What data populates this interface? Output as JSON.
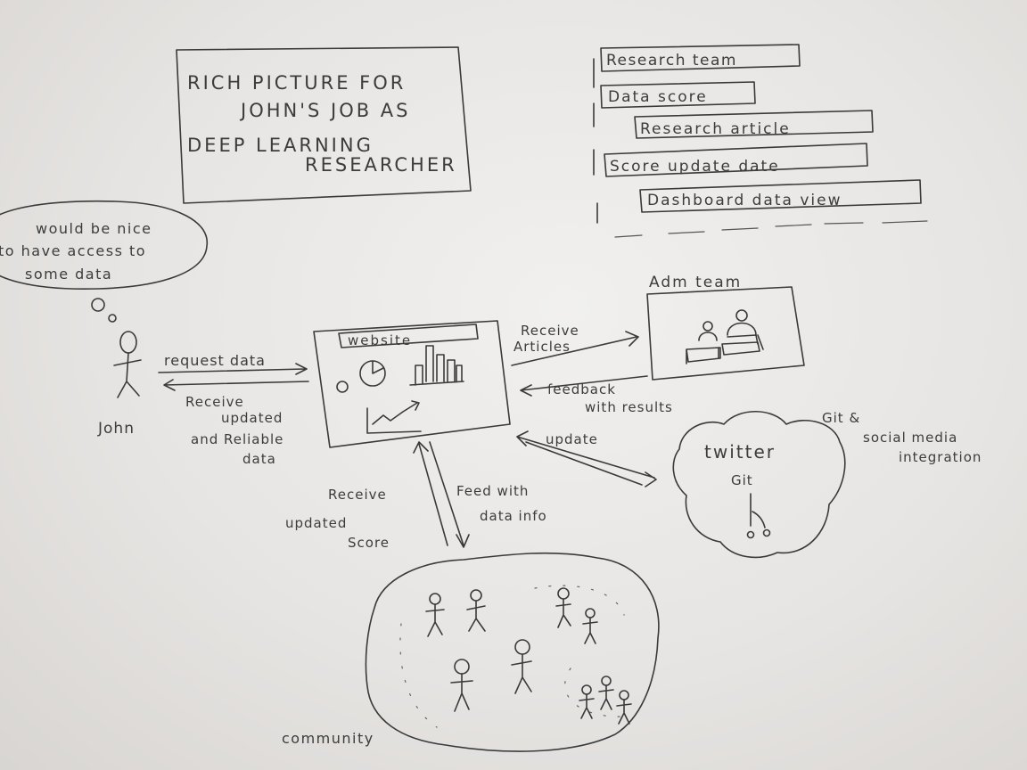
{
  "title": {
    "line1": "RICH PICTURE FOR",
    "line2": "JOHN'S JOB AS",
    "line3": "DEEP LEARNING",
    "line4": "RESEARCHER"
  },
  "legend": {
    "items": [
      "Research team",
      "Data score",
      "Research article",
      "Score update date",
      "Dashboard data view"
    ]
  },
  "thought": {
    "line1": "would be nice",
    "line2": "to have access to",
    "line3": "some data"
  },
  "john": {
    "label": "John"
  },
  "website": {
    "label": "website"
  },
  "adm": {
    "label": "Adm team"
  },
  "twitter": {
    "label": "twitter",
    "git": "Git"
  },
  "git_social": {
    "line1": "Git &",
    "line2": "social media",
    "line3": "integration"
  },
  "community": {
    "label": "community"
  },
  "arrows": {
    "request": "request data",
    "receive1": "Receive",
    "receive2": "updated",
    "receive3": "and Reliable",
    "receive4": "data",
    "articles1": "Receive",
    "articles2": "Articles",
    "feedback1": "feedback",
    "feedback2": "with results",
    "update": "update",
    "score1": "Receive",
    "score2": "updated",
    "score3": "Score",
    "feed1": "Feed with",
    "feed2": "data info"
  }
}
